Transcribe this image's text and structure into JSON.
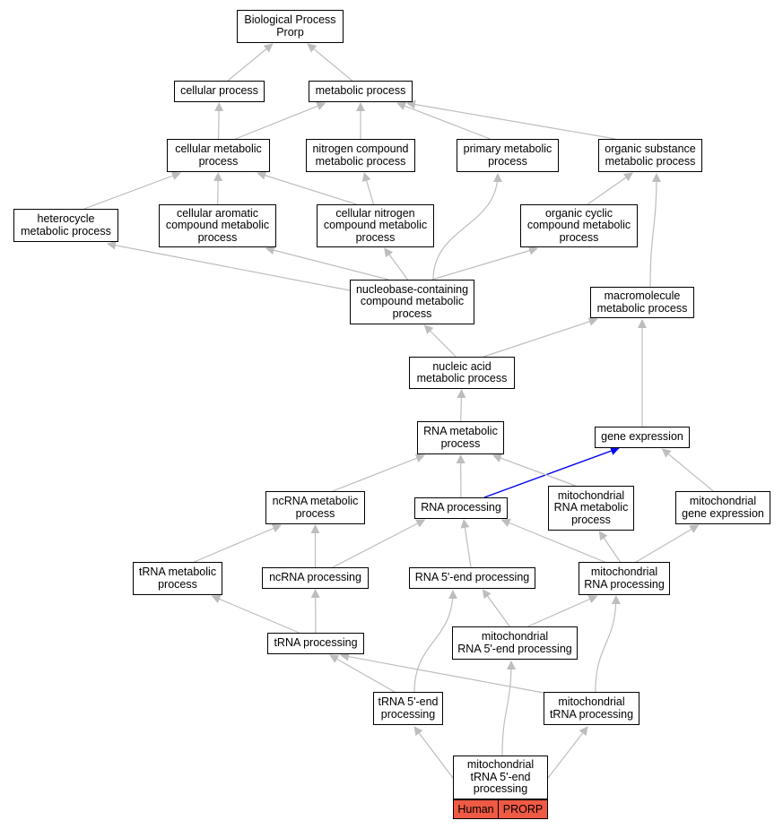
{
  "graph": {
    "nodes": [
      {
        "id": "bp",
        "label": "Biological Process\nProrp"
      },
      {
        "id": "cp",
        "label": "cellular process"
      },
      {
        "id": "mp",
        "label": "metabolic process"
      },
      {
        "id": "cmp",
        "label": "cellular metabolic\nprocess"
      },
      {
        "id": "ncmp",
        "label": "nitrogen compound\nmetabolic process"
      },
      {
        "id": "pmp",
        "label": "primary metabolic\nprocess"
      },
      {
        "id": "osmp",
        "label": "organic substance\nmetabolic process"
      },
      {
        "id": "hmp",
        "label": "heterocycle\nmetabolic process"
      },
      {
        "id": "cacmp",
        "label": "cellular aromatic\ncompound metabolic\nprocess"
      },
      {
        "id": "cncmp",
        "label": "cellular nitrogen\ncompound metabolic\nprocess"
      },
      {
        "id": "occmp",
        "label": "organic cyclic\ncompound metabolic\nprocess"
      },
      {
        "id": "nbcmp",
        "label": "nucleobase-containing\ncompound metabolic\nprocess"
      },
      {
        "id": "mmp",
        "label": "macromolecule\nmetabolic process"
      },
      {
        "id": "namp",
        "label": "nucleic acid\nmetabolic process"
      },
      {
        "id": "rnamp",
        "label": "RNA metabolic\nprocess"
      },
      {
        "id": "ge",
        "label": "gene expression"
      },
      {
        "id": "ncrnamp",
        "label": "ncRNA metabolic\nprocess"
      },
      {
        "id": "rnap",
        "label": "RNA processing"
      },
      {
        "id": "mrnamp",
        "label": "mitochondrial\nRNA metabolic\nprocess"
      },
      {
        "id": "mge",
        "label": "mitochondrial\ngene expression"
      },
      {
        "id": "trnamp",
        "label": "tRNA metabolic\nprocess"
      },
      {
        "id": "ncrnap",
        "label": "ncRNA processing"
      },
      {
        "id": "rna5p",
        "label": "RNA 5'-end processing"
      },
      {
        "id": "mrnap",
        "label": "mitochondrial\nRNA processing"
      },
      {
        "id": "trnap",
        "label": "tRNA processing"
      },
      {
        "id": "mrna5p",
        "label": "mitochondrial\nRNA 5'-end processing"
      },
      {
        "id": "trna5p",
        "label": "tRNA 5'-end\nprocessing"
      },
      {
        "id": "mtrnap",
        "label": "mitochondrial\ntRNA processing"
      },
      {
        "id": "mtrna5p",
        "label": "mitochondrial\ntRNA 5'-end\nprocessing"
      }
    ],
    "edges": [
      {
        "from": "cp",
        "to": "bp",
        "color": "#bdbdbd"
      },
      {
        "from": "mp",
        "to": "bp",
        "color": "#bdbdbd"
      },
      {
        "from": "cmp",
        "to": "cp",
        "color": "#bdbdbd"
      },
      {
        "from": "cmp",
        "to": "mp",
        "color": "#bdbdbd"
      },
      {
        "from": "ncmp",
        "to": "mp",
        "color": "#bdbdbd"
      },
      {
        "from": "pmp",
        "to": "mp",
        "color": "#bdbdbd"
      },
      {
        "from": "osmp",
        "to": "mp",
        "color": "#bdbdbd"
      },
      {
        "from": "hmp",
        "to": "cmp",
        "color": "#bdbdbd"
      },
      {
        "from": "cacmp",
        "to": "cmp",
        "color": "#bdbdbd"
      },
      {
        "from": "cncmp",
        "to": "cmp",
        "color": "#bdbdbd"
      },
      {
        "from": "cncmp",
        "to": "ncmp",
        "color": "#bdbdbd"
      },
      {
        "from": "occmp",
        "to": "osmp",
        "color": "#bdbdbd"
      },
      {
        "from": "nbcmp",
        "to": "hmp",
        "color": "#bdbdbd"
      },
      {
        "from": "nbcmp",
        "to": "cacmp",
        "color": "#bdbdbd"
      },
      {
        "from": "nbcmp",
        "to": "cncmp",
        "color": "#bdbdbd"
      },
      {
        "from": "nbcmp",
        "to": "pmp",
        "color": "#bdbdbd"
      },
      {
        "from": "nbcmp",
        "to": "occmp",
        "color": "#bdbdbd"
      },
      {
        "from": "mmp",
        "to": "osmp",
        "color": "#bdbdbd"
      },
      {
        "from": "namp",
        "to": "nbcmp",
        "color": "#bdbdbd"
      },
      {
        "from": "namp",
        "to": "mmp",
        "color": "#bdbdbd"
      },
      {
        "from": "rnamp",
        "to": "namp",
        "color": "#bdbdbd"
      },
      {
        "from": "ge",
        "to": "mmp",
        "color": "#bdbdbd"
      },
      {
        "from": "ncrnamp",
        "to": "rnamp",
        "color": "#bdbdbd"
      },
      {
        "from": "rnap",
        "to": "rnamp",
        "color": "#bdbdbd"
      },
      {
        "from": "rnap",
        "to": "ge",
        "color": "#0000ee"
      },
      {
        "from": "mrnamp",
        "to": "rnamp",
        "color": "#bdbdbd"
      },
      {
        "from": "mge",
        "to": "ge",
        "color": "#bdbdbd"
      },
      {
        "from": "trnamp",
        "to": "ncrnamp",
        "color": "#bdbdbd"
      },
      {
        "from": "ncrnap",
        "to": "ncrnamp",
        "color": "#bdbdbd"
      },
      {
        "from": "ncrnap",
        "to": "rnap",
        "color": "#bdbdbd"
      },
      {
        "from": "rna5p",
        "to": "rnap",
        "color": "#bdbdbd"
      },
      {
        "from": "mrnap",
        "to": "rnap",
        "color": "#bdbdbd"
      },
      {
        "from": "mrnap",
        "to": "mrnamp",
        "color": "#bdbdbd"
      },
      {
        "from": "mrnap",
        "to": "mge",
        "color": "#bdbdbd"
      },
      {
        "from": "trnap",
        "to": "trnamp",
        "color": "#bdbdbd"
      },
      {
        "from": "trnap",
        "to": "ncrnap",
        "color": "#bdbdbd"
      },
      {
        "from": "mrna5p",
        "to": "rna5p",
        "color": "#bdbdbd"
      },
      {
        "from": "mrna5p",
        "to": "mrnap",
        "color": "#bdbdbd"
      },
      {
        "from": "trna5p",
        "to": "trnap",
        "color": "#bdbdbd"
      },
      {
        "from": "trna5p",
        "to": "rna5p",
        "color": "#bdbdbd"
      },
      {
        "from": "mtrnap",
        "to": "trnap",
        "color": "#bdbdbd"
      },
      {
        "from": "mtrnap",
        "to": "mrnap",
        "color": "#bdbdbd"
      },
      {
        "from": "mtrna5p",
        "to": "mrna5p",
        "color": "#bdbdbd"
      },
      {
        "from": "mtrna5p",
        "to": "trna5p",
        "color": "#bdbdbd"
      },
      {
        "from": "mtrna5p",
        "to": "mtrnap",
        "color": "#bdbdbd"
      }
    ]
  },
  "annotation": {
    "species": "Human",
    "gene": "PRORP",
    "color": "#ef5a44"
  }
}
